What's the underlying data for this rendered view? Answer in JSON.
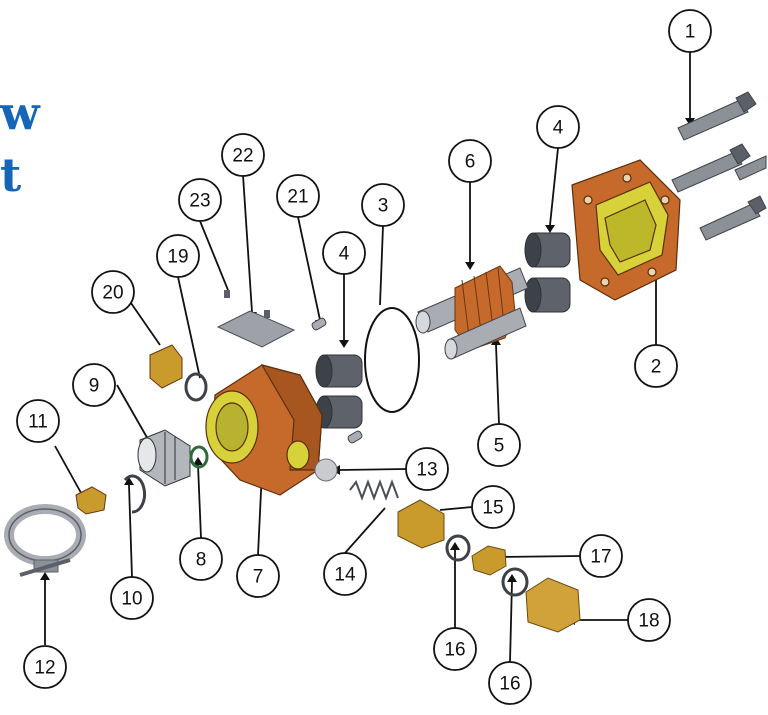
{
  "title_fragments": [
    "w",
    "t"
  ],
  "colors": {
    "title": "#1565b8",
    "part_main": "#c56a2b",
    "part_dark": "#8a4414",
    "part_light": "#e08a45",
    "brass": "#c99a2c",
    "brass_dark": "#8f6a17",
    "steel": "#8c9097",
    "steel_dark": "#4a4f57",
    "yellow_face": "#d7d23a",
    "callout_stroke": "#111111"
  },
  "callouts": [
    {
      "label": "1",
      "part": "bolts"
    },
    {
      "label": "2",
      "part": "rear-cover"
    },
    {
      "label": "3",
      "part": "o-ring"
    },
    {
      "label": "4",
      "part": "bushing-front"
    },
    {
      "label": "4",
      "part": "bushing-rear"
    },
    {
      "label": "5",
      "part": "driven-gear"
    },
    {
      "label": "6",
      "part": "drive-gear-shaft"
    },
    {
      "label": "7",
      "part": "front-housing"
    },
    {
      "label": "8",
      "part": "small-o-ring"
    },
    {
      "label": "9",
      "part": "shaft-seal"
    },
    {
      "label": "10",
      "part": "retaining-ring"
    },
    {
      "label": "11",
      "part": "key"
    },
    {
      "label": "12",
      "part": "mounting-clamp"
    },
    {
      "label": "13",
      "part": "relief-ball"
    },
    {
      "label": "14",
      "part": "spring"
    },
    {
      "label": "15",
      "part": "spring-guide"
    },
    {
      "label": "16",
      "part": "seal-ring-a"
    },
    {
      "label": "16",
      "part": "seal-ring-b"
    },
    {
      "label": "17",
      "part": "lock-nut"
    },
    {
      "label": "18",
      "part": "adjusting-cap"
    },
    {
      "label": "19",
      "part": "plug-o-ring"
    },
    {
      "label": "20",
      "part": "plug"
    },
    {
      "label": "21",
      "part": "dowel-pin"
    },
    {
      "label": "22",
      "part": "nameplate"
    },
    {
      "label": "23",
      "part": "drive-screws"
    }
  ]
}
